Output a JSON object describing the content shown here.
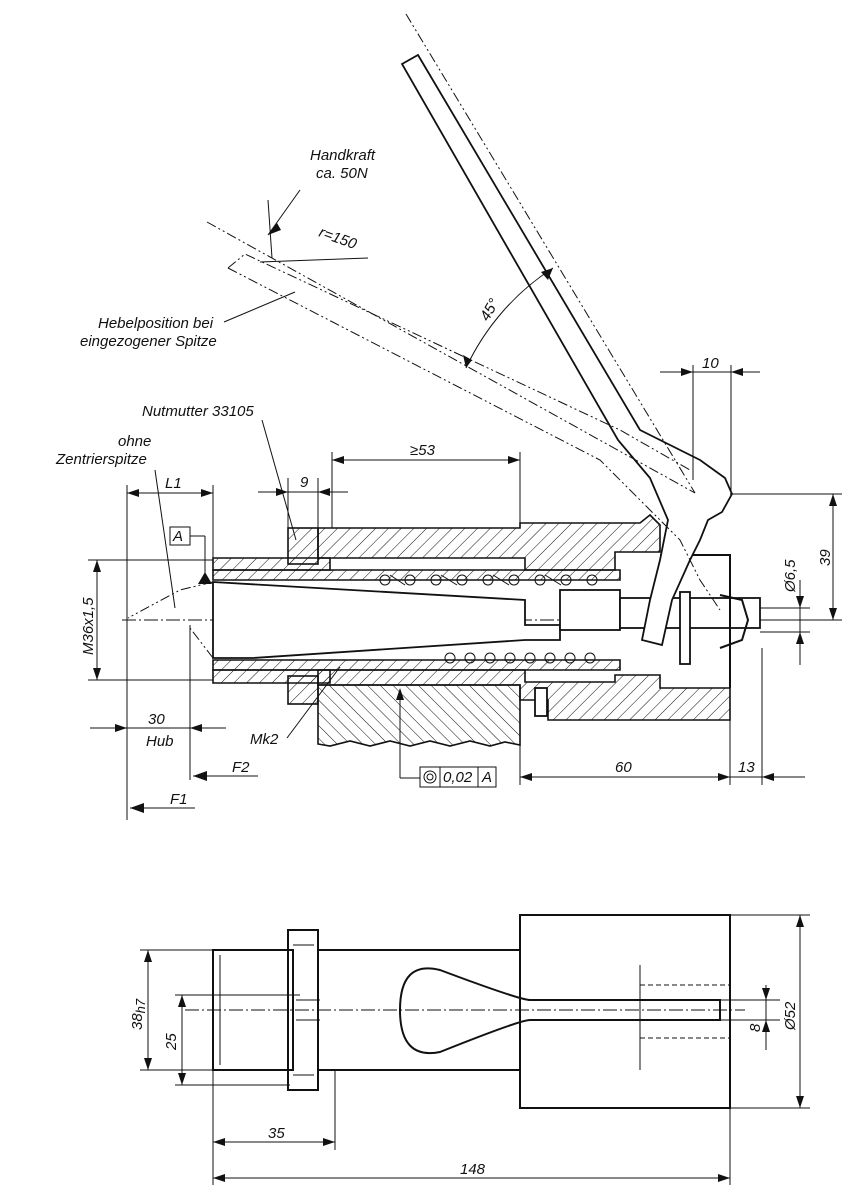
{
  "labels": {
    "handkraft_line1": "Handkraft",
    "handkraft_line2": "ca. 50N",
    "radius": "r=150",
    "angle": "45°",
    "hebel_line1": "Hebelposition bei",
    "hebel_line2": "eingezogener Spitze",
    "nutmutter": "Nutmutter 33105",
    "ohne_line1": "ohne",
    "ohne_line2": "Zentrierspitze",
    "datum_a": "A",
    "thread": "M36x1,5",
    "hub_value": "30",
    "hub_word": "Hub",
    "taper": "Mk2",
    "force2": "F2",
    "force1": "F1",
    "tolerance_value": "0,02",
    "tolerance_datum": "A"
  },
  "dimensions": {
    "d10": "10",
    "d9": "9",
    "d53": "≥53",
    "l1": "L1",
    "d39": "39",
    "d65": "Ø6,5",
    "d60": "60",
    "d13": "13",
    "d38": "38",
    "d38_fit": "h7",
    "d25": "25",
    "d35": "35",
    "d148": "148",
    "d8": "8",
    "d52": "Ø52"
  }
}
